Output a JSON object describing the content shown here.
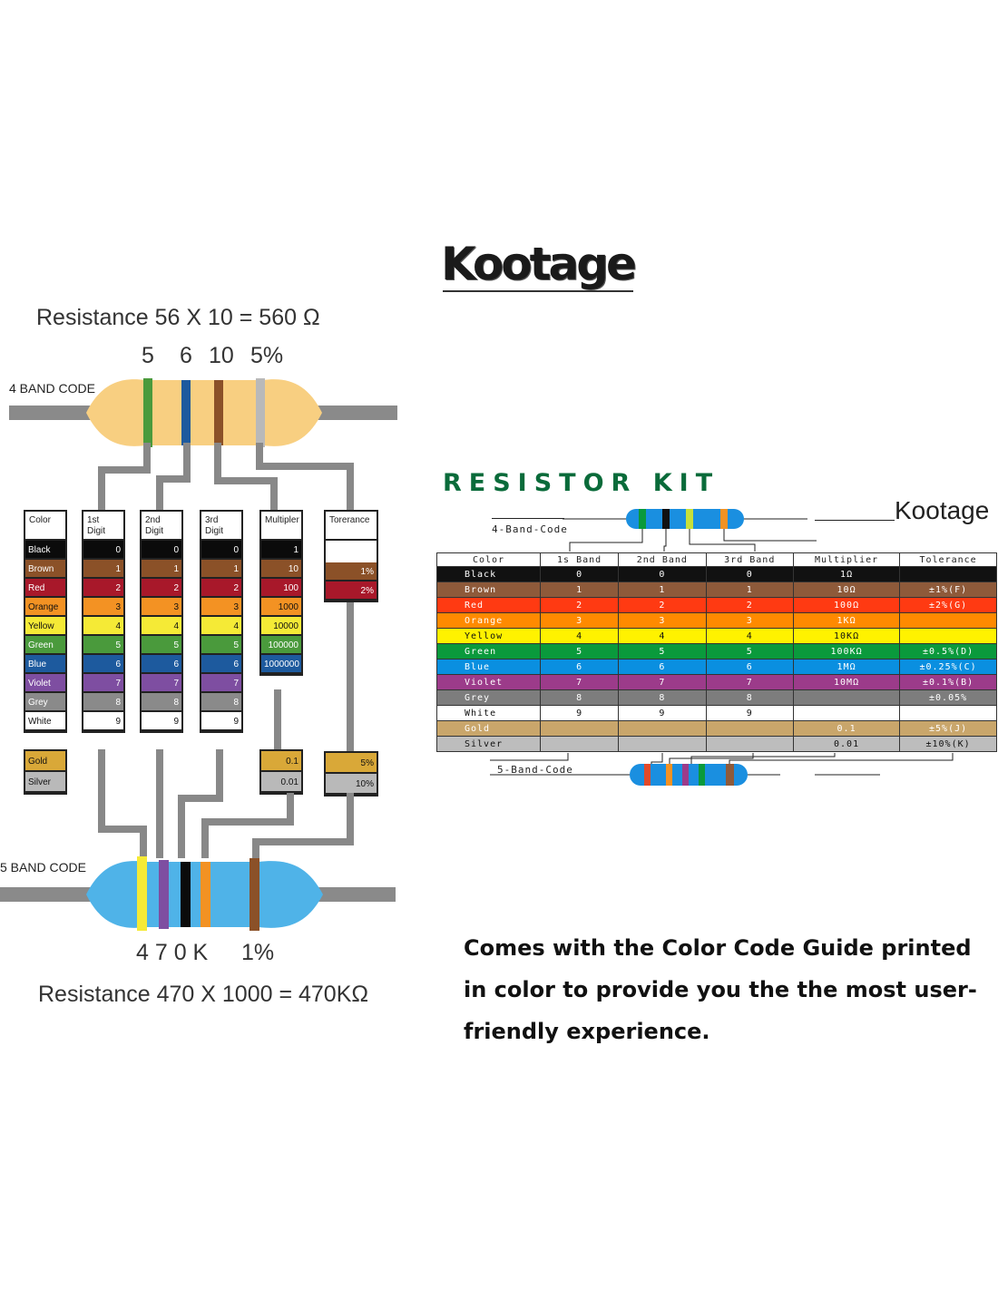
{
  "brand": "Kootage",
  "left": {
    "equation_top": "Resistance 56 X 10 = 560 Ω",
    "digits_top": [
      "5",
      "6",
      "10",
      "5%"
    ],
    "label_4band": "4 BAND CODE",
    "label_5band": "5 BAND CODE",
    "digits_bottom": [
      "4 7 0 K",
      "1%"
    ],
    "equation_bottom": "Resistance 470 X 1000 = 470KΩ",
    "columns": {
      "color": {
        "header": "Color",
        "cells": [
          "Black",
          "Brown",
          "Red",
          "Orange",
          "Yellow",
          "Green",
          "Blue",
          "Violet",
          "Grey",
          "White"
        ],
        "extra": [
          "Gold",
          "Silver"
        ]
      },
      "d1": {
        "header": "1st\nDigit",
        "cells": [
          "0",
          "1",
          "2",
          "3",
          "4",
          "5",
          "6",
          "7",
          "8",
          "9"
        ]
      },
      "d2": {
        "header": "2nd\nDigit",
        "cells": [
          "0",
          "1",
          "2",
          "3",
          "4",
          "5",
          "6",
          "7",
          "8",
          "9"
        ]
      },
      "d3": {
        "header": "3rd\nDigit",
        "cells": [
          "0",
          "1",
          "2",
          "3",
          "4",
          "5",
          "6",
          "7",
          "8",
          "9"
        ]
      },
      "mult": {
        "header": "Multipler",
        "cells": [
          "1",
          "10",
          "100",
          "1000",
          "10000",
          "100000",
          "1000000"
        ],
        "extra": [
          "0.1",
          "0.01"
        ]
      },
      "tol": {
        "header": "Torerance",
        "cells": [
          "1%",
          "2%"
        ],
        "extra": [
          "5%",
          "10%"
        ]
      }
    }
  },
  "right": {
    "kit_title": "RESISTOR KIT",
    "brand_label": "Kootage",
    "label_4band": "4-Band-Code",
    "label_5band": "5-Band-Code",
    "table_headers": [
      "Color",
      "1s Band",
      "2nd Band",
      "3rd Band",
      "Multiplier",
      "Tolerance"
    ],
    "rows": [
      [
        "Black",
        "0",
        "0",
        "0",
        "1Ω",
        ""
      ],
      [
        "Brown",
        "1",
        "1",
        "1",
        "10Ω",
        "±1%(F)"
      ],
      [
        "Red",
        "2",
        "2",
        "2",
        "100Ω",
        "±2%(G)"
      ],
      [
        "Orange",
        "3",
        "3",
        "3",
        "1KΩ",
        ""
      ],
      [
        "Yellow",
        "4",
        "4",
        "4",
        "10KΩ",
        ""
      ],
      [
        "Green",
        "5",
        "5",
        "5",
        "100KΩ",
        "±0.5%(D)"
      ],
      [
        "Blue",
        "6",
        "6",
        "6",
        "1MΩ",
        "±0.25%(C)"
      ],
      [
        "Violet",
        "7",
        "7",
        "7",
        "10MΩ",
        "±0.1%(B)"
      ],
      [
        "Grey",
        "8",
        "8",
        "8",
        "",
        "±0.05%"
      ],
      [
        "White",
        "9",
        "9",
        "9",
        "",
        ""
      ],
      [
        "Gold",
        "",
        "",
        "",
        "0.1",
        "±5%(J)"
      ],
      [
        "Silver",
        "",
        "",
        "",
        "0.01",
        "±10%(K)"
      ]
    ]
  },
  "caption": "Comes with the Color Code Guide printed in color to provide you the the most user-friendly experience.",
  "colors": {
    "Black": "#0b0b0b",
    "Brown": "#8b5128",
    "Red": "#a8182a",
    "Orange": "#f39223",
    "Yellow": "#f5ea36",
    "Green": "#4a9a3c",
    "Blue": "#1d5a9e",
    "Violet": "#7e4ea1",
    "Grey": "#8a8a8a",
    "White": "#ffffff",
    "Gold": "#d9a838",
    "Silver": "#b9b9b9",
    "tBlack": "#111111",
    "tBrown": "#8e5a3a",
    "tRed": "#ff3a12",
    "tOrange": "#ff8a00",
    "tYellow": "#fff200",
    "tGreen": "#0a9a3c",
    "tBlue": "#0a8fe0",
    "tViolet": "#9c3b8a",
    "tGrey": "#7d7d7d",
    "tWhite": "#ffffff",
    "tGold": "#c9a66b",
    "tSilver": "#bdbdbd"
  }
}
